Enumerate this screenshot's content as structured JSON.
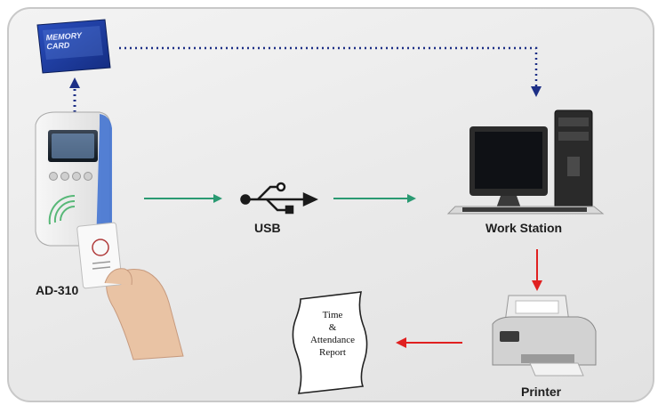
{
  "memory_card": {
    "line1": "MEMORY",
    "line2": "CARD"
  },
  "device": {
    "label": "AD-310"
  },
  "usb": {
    "label": "USB"
  },
  "workstation": {
    "label": "Work Station"
  },
  "printer": {
    "label": "Printer"
  },
  "report": {
    "lines": [
      "Time",
      "&",
      "Attendance",
      "Report"
    ]
  },
  "colors": {
    "green_arrow": "#2a9a72",
    "red_arrow": "#e02020",
    "dotted_arrow": "#1d2f86",
    "card_blue": "#1b3a9c"
  }
}
